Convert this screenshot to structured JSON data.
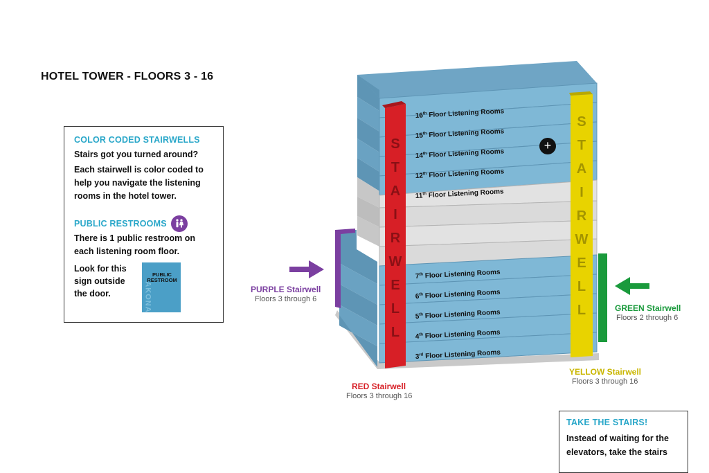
{
  "title": "HOTEL TOWER - FLOORS 3 - 16",
  "info_box": {
    "heading": "COLOR CODED STAIRWELLS",
    "question": "Stairs got you turned around?",
    "description": "Each stairwell is color coded to help you navigate the listening rooms in the hotel tower.",
    "restroom_heading": "PUBLIC RESTROOMS",
    "restroom_text": "There is 1 public restroom on each listening room floor.",
    "look_text": "Look for this sign outside the door.",
    "sign_label": "PUBLIC RESTROOM",
    "sign_side_text": "AKONA"
  },
  "floors_upper": [
    {
      "num": "16",
      "sup": "th",
      "label": "Floor Listening Rooms"
    },
    {
      "num": "15",
      "sup": "th",
      "label": "Floor Listening Rooms"
    },
    {
      "num": "14",
      "sup": "th",
      "label": "Floor Listening Rooms"
    },
    {
      "num": "12",
      "sup": "th",
      "label": "Floor Listening Rooms"
    },
    {
      "num": "11",
      "sup": "th",
      "label": "Floor Listening Rooms"
    }
  ],
  "floors_lower": [
    {
      "num": "7",
      "sup": "th",
      "label": "Floor Listening Rooms"
    },
    {
      "num": "6",
      "sup": "th",
      "label": "Floor Listening Rooms"
    },
    {
      "num": "5",
      "sup": "th",
      "label": "Floor Listening Rooms"
    },
    {
      "num": "4",
      "sup": "th",
      "label": "Floor Listening Rooms"
    },
    {
      "num": "3",
      "sup": "rd",
      "label": "Floor Listening Rooms"
    }
  ],
  "stair_word": "STAIRWELL",
  "stairwells": {
    "red": {
      "name": "RED Stairwell",
      "floors": "Floors 3 through 16",
      "color": "#d71f26"
    },
    "yellow": {
      "name": "YELLOW Stairwell",
      "floors": "Floors 3 through 16",
      "color": "#e8d300"
    },
    "purple": {
      "name": "PURPLE Stairwell",
      "floors": "Floors 3 through 6",
      "color": "#7b3fa0"
    },
    "green": {
      "name": "GREEN Stairwell",
      "floors": "Floors 2 through 6",
      "color": "#1a9a3c"
    }
  },
  "take_stairs": {
    "heading": "TAKE THE STAIRS!",
    "text": "Instead of waiting for the elevators, take the stairs"
  },
  "colors": {
    "floor_blue": "#7fb8d6",
    "floor_blue_dark": "#5e95b5",
    "floor_grey": "#d4d4d4",
    "accent_cyan": "#29a7c9"
  }
}
